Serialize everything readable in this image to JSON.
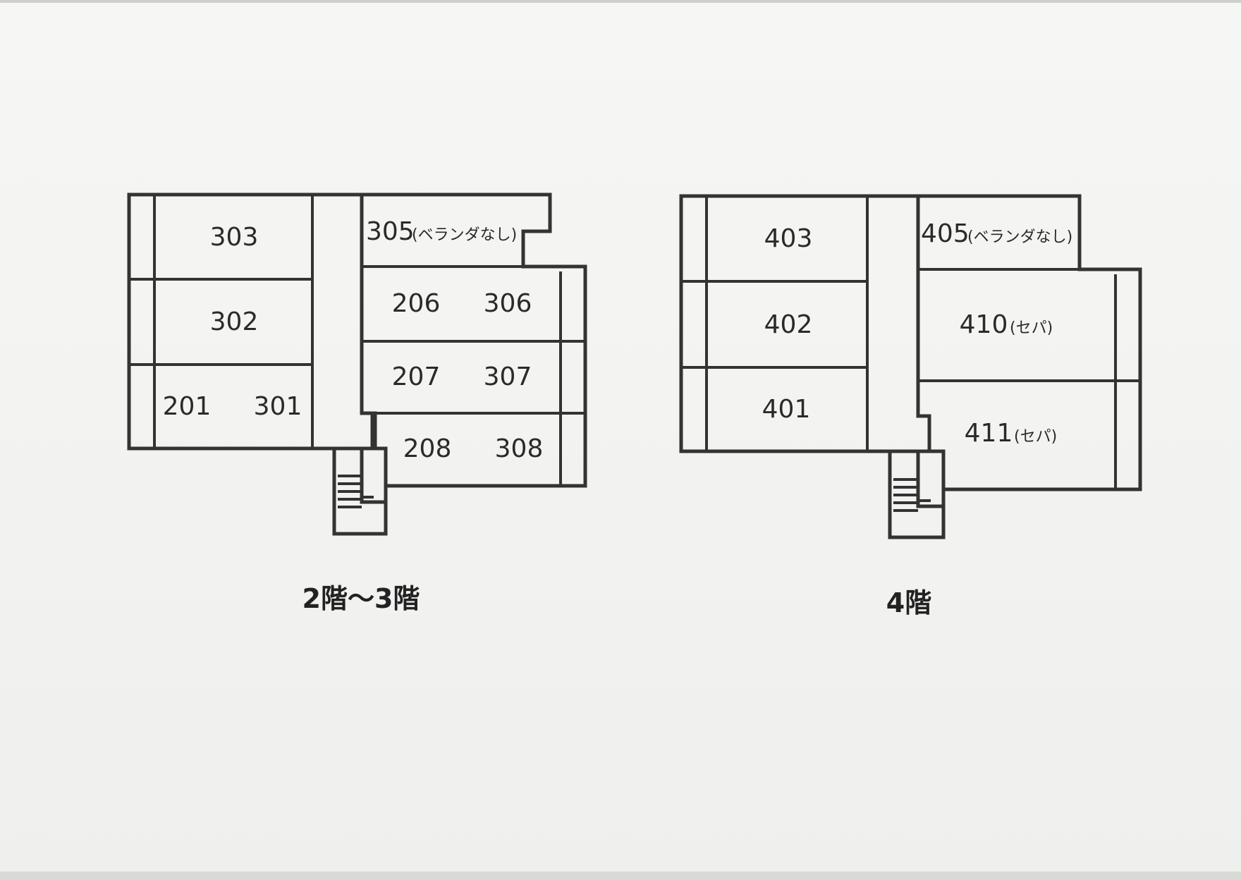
{
  "plan_left": {
    "caption": "2階～3階",
    "rooms": {
      "r303": "303",
      "r302": "302",
      "r201": "201",
      "r301": "301",
      "r305": "305",
      "r305_note": "(ベランダなし)",
      "r206": "206",
      "r306": "306",
      "r207": "207",
      "r307": "307",
      "r208": "208",
      "r308": "308"
    }
  },
  "plan_right": {
    "caption": "4階",
    "rooms": {
      "r403": "403",
      "r402": "402",
      "r401": "401",
      "r405": "405",
      "r405_note": "(ベランダなし)",
      "r410": "410",
      "r410_note": "(セパ)",
      "r411": "411",
      "r411_note": "(セパ)"
    }
  },
  "colors": {
    "paper": "#f4f4f2",
    "line": "#333333"
  }
}
